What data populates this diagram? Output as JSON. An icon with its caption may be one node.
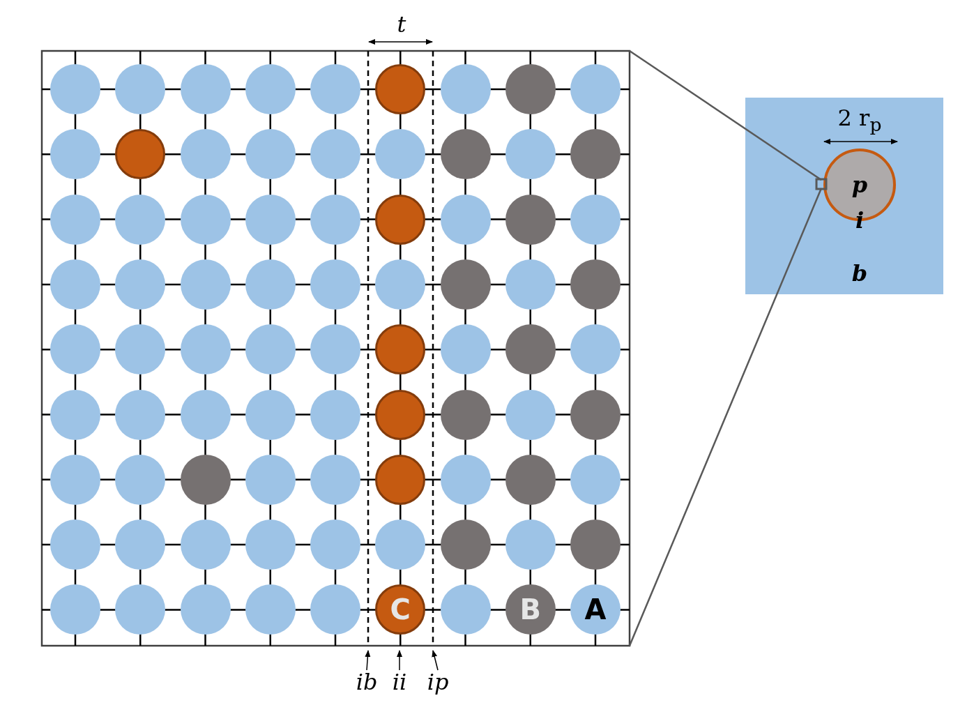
{
  "diagram": {
    "nodes": [
      {
        "text": [],
        "shape": "circle"
      },
      {
        "text": [],
        "shape": "circle"
      },
      {
        "text": [],
        "shape": "circle"
      },
      {
        "text": [],
        "shape": "circle"
      },
      {
        "text": [],
        "shape": "circle"
      },
      {
        "text": [],
        "shape": "circle"
      },
      {
        "text": [],
        "shape": "circle"
      },
      {
        "text": [],
        "shape": "circle"
      },
      {
        "text": [],
        "shape": "circle"
      },
      {
        "text": [],
        "shape": "circle"
      },
      {
        "text": [],
        "shape": "circle"
      },
      {
        "text": [],
        "shape": "circle"
      },
      {
        "text": [],
        "shape": "circle"
      },
      {
        "text": [],
        "shape": "circle"
      },
      {
        "text": [],
        "shape": "circle"
      },
      {
        "text": [],
        "shape": "circle"
      },
      {
        "text": [],
        "shape": "circle"
      },
      {
        "text": [],
        "shape": "circle"
      },
      {
        "text": [],
        "shape": "circle"
      },
      {
        "text": [],
        "shape": "circle"
      },
      {
        "text": [],
        "shape": "circle"
      },
      {
        "text": [],
        "shape": "circle"
      },
      {
        "text": [],
        "shape": "circle"
      },
      {
        "text": [],
        "shape": "circle"
      },
      {
        "text": [],
        "shape": "circle"
      },
      {
        "text": [],
        "shape": "circle"
      },
      {
        "text": [],
        "shape": "circle"
      },
      {
        "text": [],
        "shape": "circle"
      },
      {
        "text": [],
        "shape": "circle"
      },
      {
        "text": [],
        "shape": "circle"
      },
      {
        "text": [],
        "shape": "circle"
      },
      {
        "text": [],
        "shape": "circle"
      },
      {
        "text": [],
        "shape": "circle"
      },
      {
        "text": [],
        "shape": "circle"
      },
      {
        "text": [],
        "shape": "circle"
      },
      {
        "text": [],
        "shape": "circle"
      },
      {
        "text": [],
        "shape": "circle"
      },
      {
        "text": [],
        "shape": "circle"
      },
      {
        "text": [],
        "shape": "circle"
      },
      {
        "text": [],
        "shape": "circle"
      },
      {
        "text": [],
        "shape": "circle"
      },
      {
        "text": [],
        "shape": "circle"
      },
      {
        "text": [],
        "shape": "circle"
      },
      {
        "text": [],
        "shape": "circle"
      },
      {
        "text": [],
        "shape": "circle"
      },
      {
        "text": [],
        "shape": "circle"
      },
      {
        "text": [],
        "shape": "circle"
      },
      {
        "text": [],
        "shape": "circle"
      },
      {
        "text": [],
        "shape": "circle"
      },
      {
        "text": [],
        "shape": "circle"
      },
      {
        "text": [],
        "shape": "circle"
      },
      {
        "text": [],
        "shape": "circle"
      },
      {
        "text": [],
        "shape": "circle"
      },
      {
        "text": [],
        "shape": "circle"
      },
      {
        "text": [],
        "shape": "circle"
      },
      {
        "text": [],
        "shape": "circle"
      },
      {
        "text": [],
        "shape": "circle"
      },
      {
        "text": [],
        "shape": "circle"
      },
      {
        "text": [],
        "shape": "circle"
      },
      {
        "text": [],
        "shape": "circle"
      },
      {
        "text": [],
        "shape": "circle"
      },
      {
        "text": [],
        "shape": "circle"
      },
      {
        "text": [],
        "shape": "circle"
      },
      {
        "text": [],
        "shape": "circle"
      },
      {
        "text": [],
        "shape": "circle"
      },
      {
        "text": [],
        "shape": "circle"
      },
      {
        "text": [],
        "shape": "circle"
      },
      {
        "text": [],
        "shape": "circle"
      },
      {
        "text": [],
        "shape": "circle"
      },
      {
        "text": [],
        "shape": "circle"
      },
      {
        "text": [],
        "shape": "circle"
      },
      {
        "text": [],
        "shape": "circle"
      },
      {
        "text": [],
        "shape": "circle"
      },
      {
        "text": [],
        "shape": "circle"
      },
      {
        "text": [],
        "shape": "circle"
      },
      {
        "text": [],
        "shape": "circle"
      },
      {
        "text": [],
        "shape": "circle"
      },
      {
        "text": [
          "C"
        ]
      },
      {
        "text": [],
        "shape": "circle"
      },
      {
        "text": [
          "B"
        ]
      },
      {
        "text": [
          "A"
        ]
      },
      {
        "text": [
          "b"
        ]
      },
      {
        "text": [
          "p"
        ],
        "in": 81
      },
      {
        "text": [
          "ib"
        ]
      },
      {
        "text": [
          "ii"
        ]
      },
      {
        "text": [
          "ip"
        ]
      }
    ],
    "edges": [
      {
        "from": 83,
        "to": null,
        "arrow": "to"
      },
      {
        "from": 84,
        "to": null,
        "arrow": "to"
      },
      {
        "from": 85,
        "to": null,
        "arrow": "to"
      }
    ],
    "labels": [
      "t",
      "2 r$_{p}$",
      "i"
    ]
  }
}
